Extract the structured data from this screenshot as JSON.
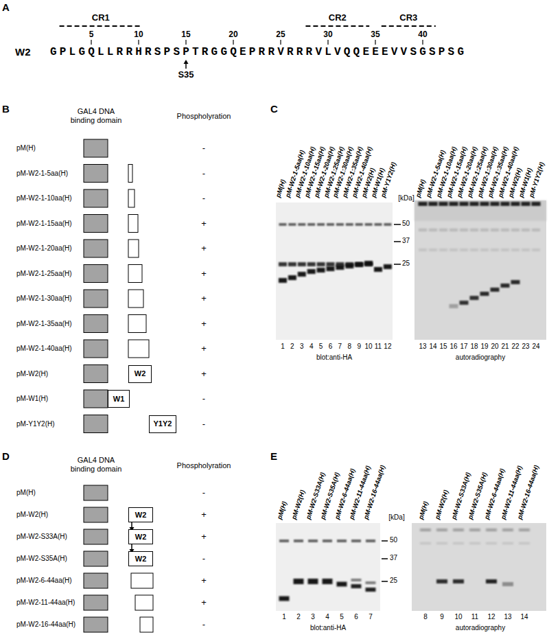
{
  "diagram": {
    "nodes": [
      {
        "text": [
          "W2"
        ]
      },
      {
        "text": [
          "W1"
        ]
      },
      {
        "text": [
          "Y1Y2"
        ]
      },
      {
        "text": [
          "W2"
        ]
      },
      {
        "text": [
          "W2"
        ]
      },
      {
        "text": [
          "W2"
        ]
      }
    ],
    "labels": [
      "A",
      "CR1",
      "CR2",
      "CR3",
      "5",
      "10",
      "15",
      "20",
      "25",
      "30",
      "35",
      "40",
      "W2",
      "GPLGQLLRRHRSPSPTRGGQEPRRVRRRVLVQQEEEVVSGSPSG",
      "S35",
      "B",
      "GAL4 DNA binding domain",
      "Phospholyration",
      "pM(H)",
      "-",
      "pM-W2-1-5aa(H)",
      "-",
      "pM-W2-1-10aa(H)",
      "-",
      "pM-W2-1-15aa(H)",
      "+",
      "pM-W2-1-20aa(H)",
      "+",
      "pM-W2-1-25aa(H)",
      "+",
      "pM-W2-1-30aa(H)",
      "+",
      "pM-W2-1-35aa(H)",
      "+",
      "pM-W2-1-40aa(H)",
      "+",
      "pM-W2(H)",
      "+",
      "pM-W1(H)",
      "-",
      "pM-Y1Y2(H)",
      "-",
      "C",
      "pM(H)",
      "pM-W2-1-5aa(H)",
      "pM-W2-1-10aa(H)",
      "pM-W2-1-15aa(H)",
      "pM-W2-1-20aa(H)",
      "pM-W2-1:25aa(H)",
      "pM-W2-1:30aa(H)",
      "pM-W2-1:35aa(H)",
      "pM-W2-1-40aa(H)",
      "pM-W2(H)",
      "pM-W1(H)",
      "pM-Y1Y2(H)",
      "[kDa]",
      "50",
      "37",
      "25",
      "1",
      "2",
      "3",
      "4",
      "5",
      "6",
      "7",
      "8",
      "9",
      "10",
      "11",
      "12",
      "blot:anti-HA",
      "pM(H)",
      "pM-W2-1-5aa(H)",
      "pM-W2-1-10aa(H)",
      "pM-W2-1-15aa(H)",
      "pM-W2-1-20aa(H)",
      "pM-W2-1:25aa(H)",
      "pM-W2-1:30aa(H)",
      "pM-W2-1:35aa(H)",
      "pM-W2-1-40aa(H)",
      "pM-W2(H)",
      "pM-W1(H)",
      "pM-Y1Y2(H)",
      "13",
      "14",
      "15",
      "16",
      "17",
      "18",
      "19",
      "20",
      "21",
      "22",
      "23",
      "24",
      "autoradiography",
      "D",
      "GAL4 DNA binding domain",
      "Phospholyration",
      "pM(H)",
      "-",
      "pM-W2(H)",
      "+",
      "pM-W2-S33A(H)",
      "+",
      "pM-W2-S35A(H)",
      "-",
      "pM-W2-6-44aa(H)",
      "+",
      "pM-W2-11-44aa(H)",
      "+",
      "pM-W2-16-44aa(H)",
      "-",
      "E",
      "pM(H)",
      "pM-W2(H)",
      "pM-W2-S33A(H)",
      "pM-W2-S35A(H)",
      "pM-W2-6-44aa(H)",
      "pM-W2-11-44aa(H)",
      "pM-W2-16-44aa(H)",
      "[kDa]",
      "50",
      "37",
      "25",
      "1",
      "2",
      "3",
      "4",
      "5",
      "6",
      "7",
      "blot:anti-HA",
      "pM(H)",
      "pM-W2(H)",
      "pM-W2-S33A(H)",
      "pM-W2-S35A(H)",
      "pM-W2-6-44aa(H)",
      "pM-W2-11-44aa(H)",
      "pM-W2-16-44aa(H)",
      "8",
      "9",
      "10",
      "11",
      "12",
      "13",
      "14",
      "autoradiography"
    ]
  }
}
